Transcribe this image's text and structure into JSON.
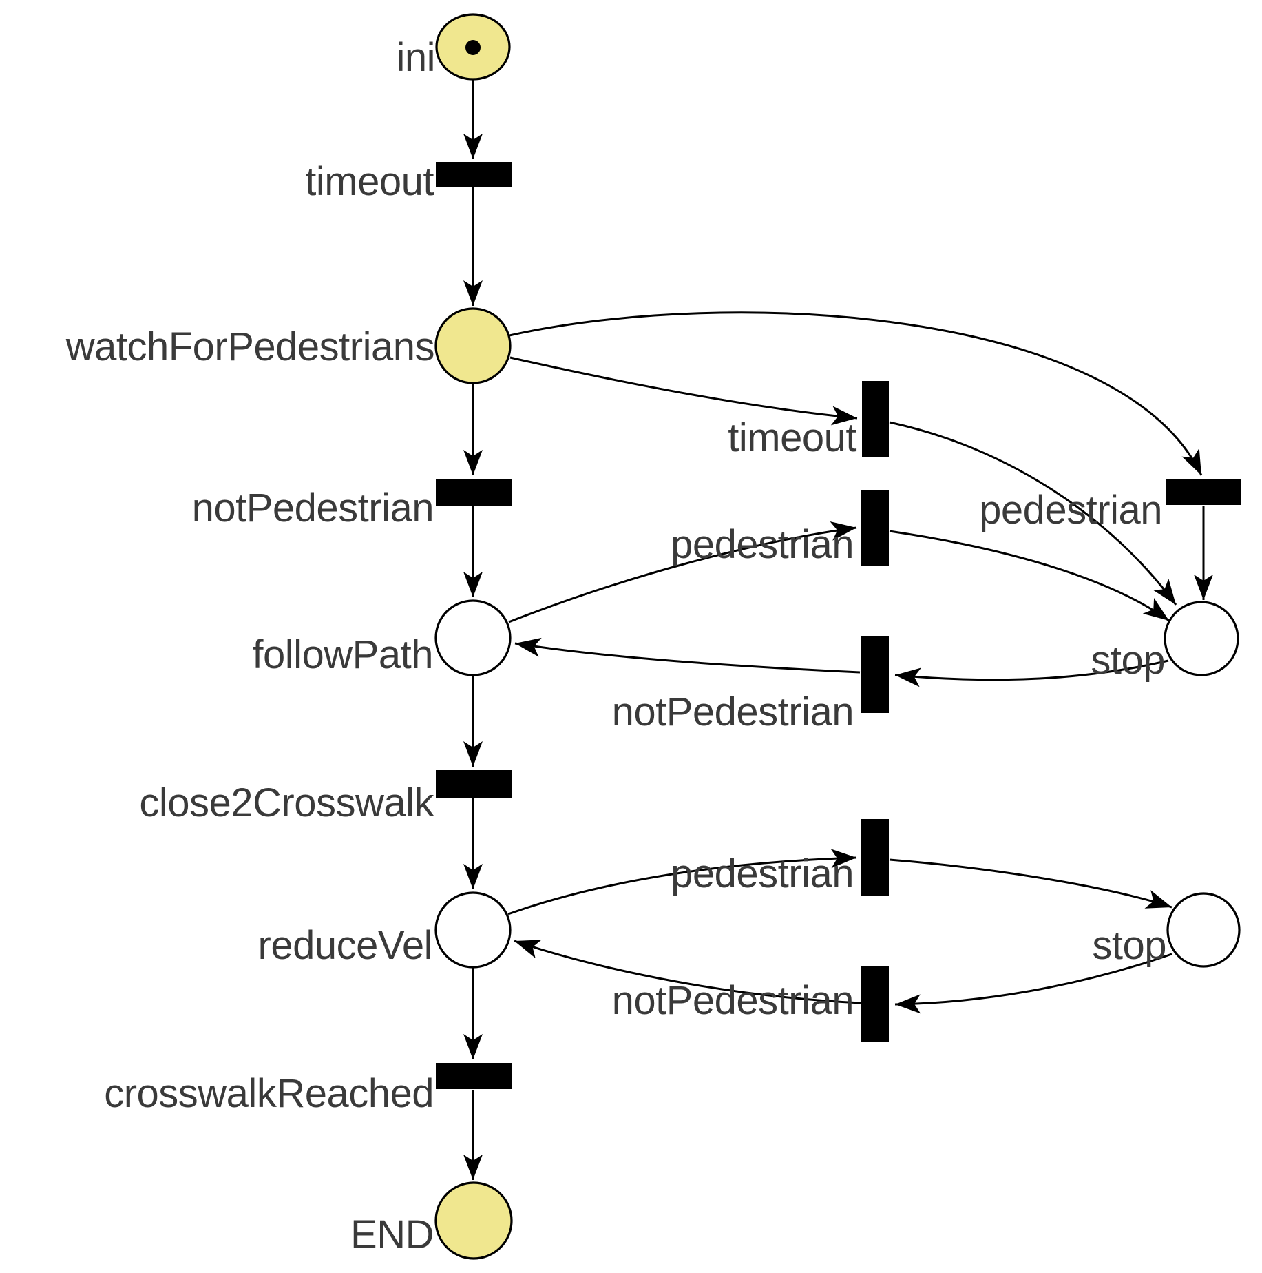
{
  "diagram": {
    "type": "petri-net",
    "labels": {
      "ini": "ini",
      "timeout_top": "timeout",
      "watch_for_pedestrians": "watchForPedestrians",
      "not_pedestrian_main": "notPedestrian",
      "follow_path": "followPath",
      "timeout_mid": "timeout",
      "pedestrian_mid": "pedestrian",
      "pedestrian_right": "pedestrian",
      "stop_upper": "stop",
      "not_pedestrian_upper": "notPedestrian",
      "close2_crosswalk": "close2Crosswalk",
      "pedestrian_lower": "pedestrian",
      "stop_lower": "stop",
      "not_pedestrian_lower": "notPedestrian",
      "reduce_vel": "reduceVel",
      "crosswalk_reached": "crosswalkReached",
      "end": "END"
    },
    "colors": {
      "place_fill": "#f0e78f",
      "place_border": "#000000",
      "end_border": "#b25757",
      "token": "#000000",
      "text": "#3a3a3a",
      "arc": "#000000",
      "background": "#ffffff"
    }
  }
}
